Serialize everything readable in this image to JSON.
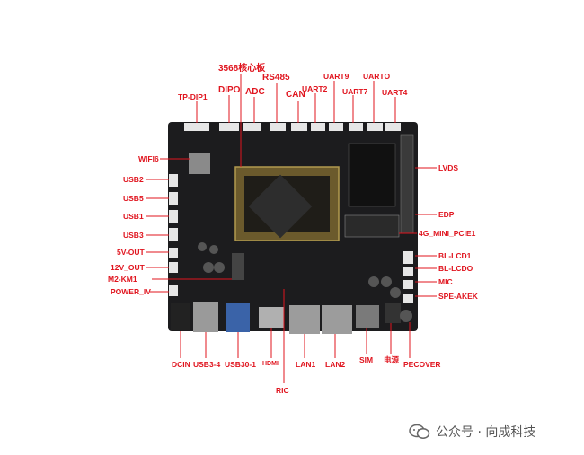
{
  "board_title": "3568核心板",
  "top_labels": {
    "tp_dip1": "TP-DIP1",
    "dipo": "DIPO",
    "adc": "ADC",
    "rs485": "RS485",
    "can": "CAN",
    "uart2": "UART2",
    "uart9": "UART9",
    "uart7": "UART7",
    "uarto": "UARTO",
    "uart4": "UART4"
  },
  "left_labels": {
    "wifi6": "WIFI6",
    "usb2": "USB2",
    "usb5": "USB5",
    "usb1": "USB1",
    "usb3": "USB3",
    "v5out": "5V-OUT",
    "v12out": "12V_OUT",
    "m2km1": "M2-KM1",
    "power_iv": "POWER_IV"
  },
  "right_labels": {
    "lvds": "LVDS",
    "edp": "EDP",
    "mini_pcie": "4G_MINI_PCIE1",
    "bl_lcd1": "BL-LCD1",
    "bl_lcdo": "BL-LCDO",
    "mic": "MIC",
    "spe": "SPE-AKEK"
  },
  "bottom_labels": {
    "dcin": "DCIN",
    "usb34": "USB3-4",
    "usb301": "USB30-1",
    "hdmi": "HDMI",
    "lan1": "LAN1",
    "lan2": "LAN2",
    "sim": "SIM",
    "power": "电源",
    "pecover": "PECOVER",
    "ric": "RIC"
  },
  "watermark": "公众号 · 向成科技",
  "colors": {
    "label": "#e0141e",
    "pcb": "#1c1c1e",
    "core": "#6b5a2c"
  }
}
